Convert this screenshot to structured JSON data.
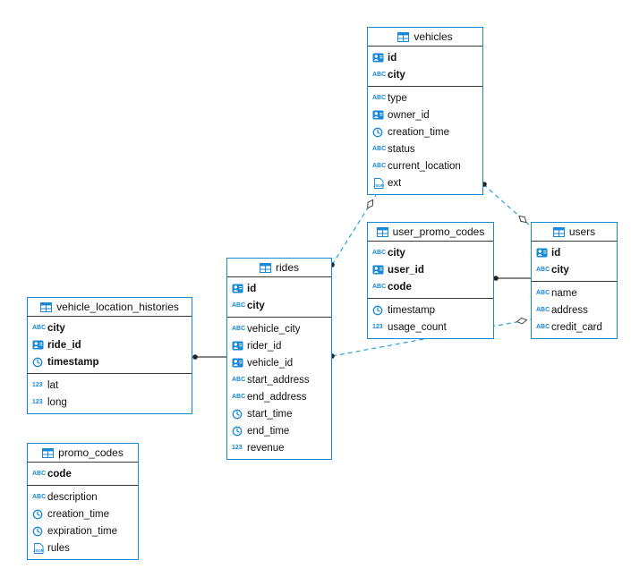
{
  "diagram": {
    "type": "entity-relationship",
    "palette": {
      "table_border": "#1789d6",
      "icon_blue": "#1789d6",
      "relationship_dashed": "#2a9fd8",
      "relationship_solid": "#3c3c3c",
      "text": "#111111",
      "background": "#ffffff"
    },
    "icons": {
      "text_type": "ABC",
      "number_type": "123",
      "json_type": "JSON"
    },
    "tables": {
      "vehicles": {
        "title": "vehicles",
        "keys": [
          {
            "name": "id",
            "type": "ref"
          },
          {
            "name": "city",
            "type": "text"
          }
        ],
        "fields": [
          {
            "name": "type",
            "type": "text"
          },
          {
            "name": "owner_id",
            "type": "ref"
          },
          {
            "name": "creation_time",
            "type": "time"
          },
          {
            "name": "status",
            "type": "text"
          },
          {
            "name": "current_location",
            "type": "text"
          },
          {
            "name": "ext",
            "type": "json"
          }
        ]
      },
      "user_promo_codes": {
        "title": "user_promo_codes",
        "keys": [
          {
            "name": "city",
            "type": "text"
          },
          {
            "name": "user_id",
            "type": "ref"
          },
          {
            "name": "code",
            "type": "text"
          }
        ],
        "fields": [
          {
            "name": "timestamp",
            "type": "time"
          },
          {
            "name": "usage_count",
            "type": "number"
          }
        ]
      },
      "users": {
        "title": "users",
        "keys": [
          {
            "name": "id",
            "type": "ref"
          },
          {
            "name": "city",
            "type": "text"
          }
        ],
        "fields": [
          {
            "name": "name",
            "type": "text"
          },
          {
            "name": "address",
            "type": "text"
          },
          {
            "name": "credit_card",
            "type": "text"
          }
        ]
      },
      "rides": {
        "title": "rides",
        "keys": [
          {
            "name": "id",
            "type": "ref"
          },
          {
            "name": "city",
            "type": "text"
          }
        ],
        "fields": [
          {
            "name": "vehicle_city",
            "type": "text"
          },
          {
            "name": "rider_id",
            "type": "ref"
          },
          {
            "name": "vehicle_id",
            "type": "ref"
          },
          {
            "name": "start_address",
            "type": "text"
          },
          {
            "name": "end_address",
            "type": "text"
          },
          {
            "name": "start_time",
            "type": "time"
          },
          {
            "name": "end_time",
            "type": "time"
          },
          {
            "name": "revenue",
            "type": "number"
          }
        ]
      },
      "vehicle_location_histories": {
        "title": "vehicle_location_histories",
        "keys": [
          {
            "name": "city",
            "type": "text"
          },
          {
            "name": "ride_id",
            "type": "ref"
          },
          {
            "name": "timestamp",
            "type": "time"
          }
        ],
        "fields": [
          {
            "name": "lat",
            "type": "number"
          },
          {
            "name": "long",
            "type": "number"
          }
        ]
      },
      "promo_codes": {
        "title": "promo_codes",
        "keys": [
          {
            "name": "code",
            "type": "text"
          }
        ],
        "fields": [
          {
            "name": "description",
            "type": "text"
          },
          {
            "name": "creation_time",
            "type": "time"
          },
          {
            "name": "expiration_time",
            "type": "time"
          },
          {
            "name": "rules",
            "type": "json"
          }
        ]
      }
    },
    "relationships": [
      {
        "from": "vehicle_location_histories",
        "to": "rides",
        "line": "solid"
      },
      {
        "from": "rides",
        "to": "vehicles",
        "line": "dashed"
      },
      {
        "from": "rides",
        "to": "users",
        "line": "dashed"
      },
      {
        "from": "user_promo_codes",
        "to": "users",
        "line": "solid"
      },
      {
        "from": "vehicles",
        "to": "users",
        "line": "dashed"
      }
    ]
  }
}
